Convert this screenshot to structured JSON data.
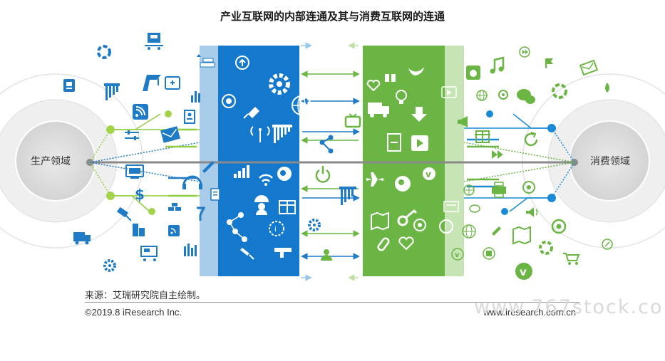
{
  "title": "产业互联网的内部连通及其与消费互联网的连通",
  "left_domain": "生产领域",
  "right_domain": "消费领域",
  "source": "来源：艾瑞研究院自主绘制。",
  "copyright": "©2019.8 iResearch Inc.",
  "website": "www.iresearch.com.cn",
  "watermark": "www.767stock.co",
  "colors": {
    "blue_band": "#1479cc",
    "light_blue_band": "#a8cce9",
    "green_band": "#6ab544",
    "light_green_band": "#c7e4b4",
    "icon_blue": "#1f7bc6",
    "icon_green": "#6ab544",
    "node_blue": "#1a8ad6",
    "node_green": "#a3d34a",
    "center_line": "#8a8a8a"
  },
  "icons": {
    "left_scatter": [
      "lifebuoy-icon",
      "id-card-icon",
      "trolley-icon",
      "crane-icon",
      "medical-kit-icon",
      "pan-flute-icon",
      "rss-icon",
      "sliders-icon",
      "mail-icon",
      "bar-chart-icon",
      "monitor-icon",
      "person-card-icon",
      "dollar-icon",
      "headset-icon",
      "tools-icon",
      "drill-icon",
      "buildings-icon",
      "gold-bars-icon",
      "rss-icon",
      "truck-icon",
      "gear-icon",
      "cart-icon"
    ],
    "blue_band": [
      "upload-icon",
      "gear-icon",
      "target-icon",
      "pin-icon",
      "globe-icon",
      "antenna-icon",
      "pan-flute-icon",
      "signal-bars-icon",
      "wifi-icon",
      "head-gear-icon",
      "worker-icon",
      "gift-icon",
      "network-icon",
      "brush-icon",
      "compass-icon",
      "drill-icon"
    ],
    "connector": [
      "tv-icon",
      "share-icon",
      "power-icon",
      "pan-flute-icon",
      "gear-icon",
      "person-icon"
    ],
    "green_band": [
      "heart-icon",
      "binoculars-icon",
      "twitter-icon",
      "truck-icon",
      "bulb-icon",
      "down-arrow-icon",
      "document-icon",
      "play-icon",
      "plane-icon",
      "head-icon",
      "vimeo-icon",
      "map-icon",
      "key-icon",
      "target-icon",
      "link-icon",
      "heart-icon"
    ],
    "right_scatter": [
      "music-icon",
      "forward-icon",
      "flag-icon",
      "camera-icon",
      "mail-icon",
      "globe-icon",
      "tag-icon",
      "chat-icon",
      "lifebuoy-icon",
      "drop-icon",
      "megaphone-icon",
      "gift-icon",
      "refresh-icon",
      "fast-forward-icon",
      "basketball-icon",
      "printer-icon",
      "aperture-icon",
      "news-icon",
      "chat-icon",
      "cart-icon",
      "speaker-icon",
      "target-icon",
      "compass-icon",
      "vimeo-icon",
      "map-icon",
      "stop-icon",
      "lifebuoy-icon"
    ]
  }
}
